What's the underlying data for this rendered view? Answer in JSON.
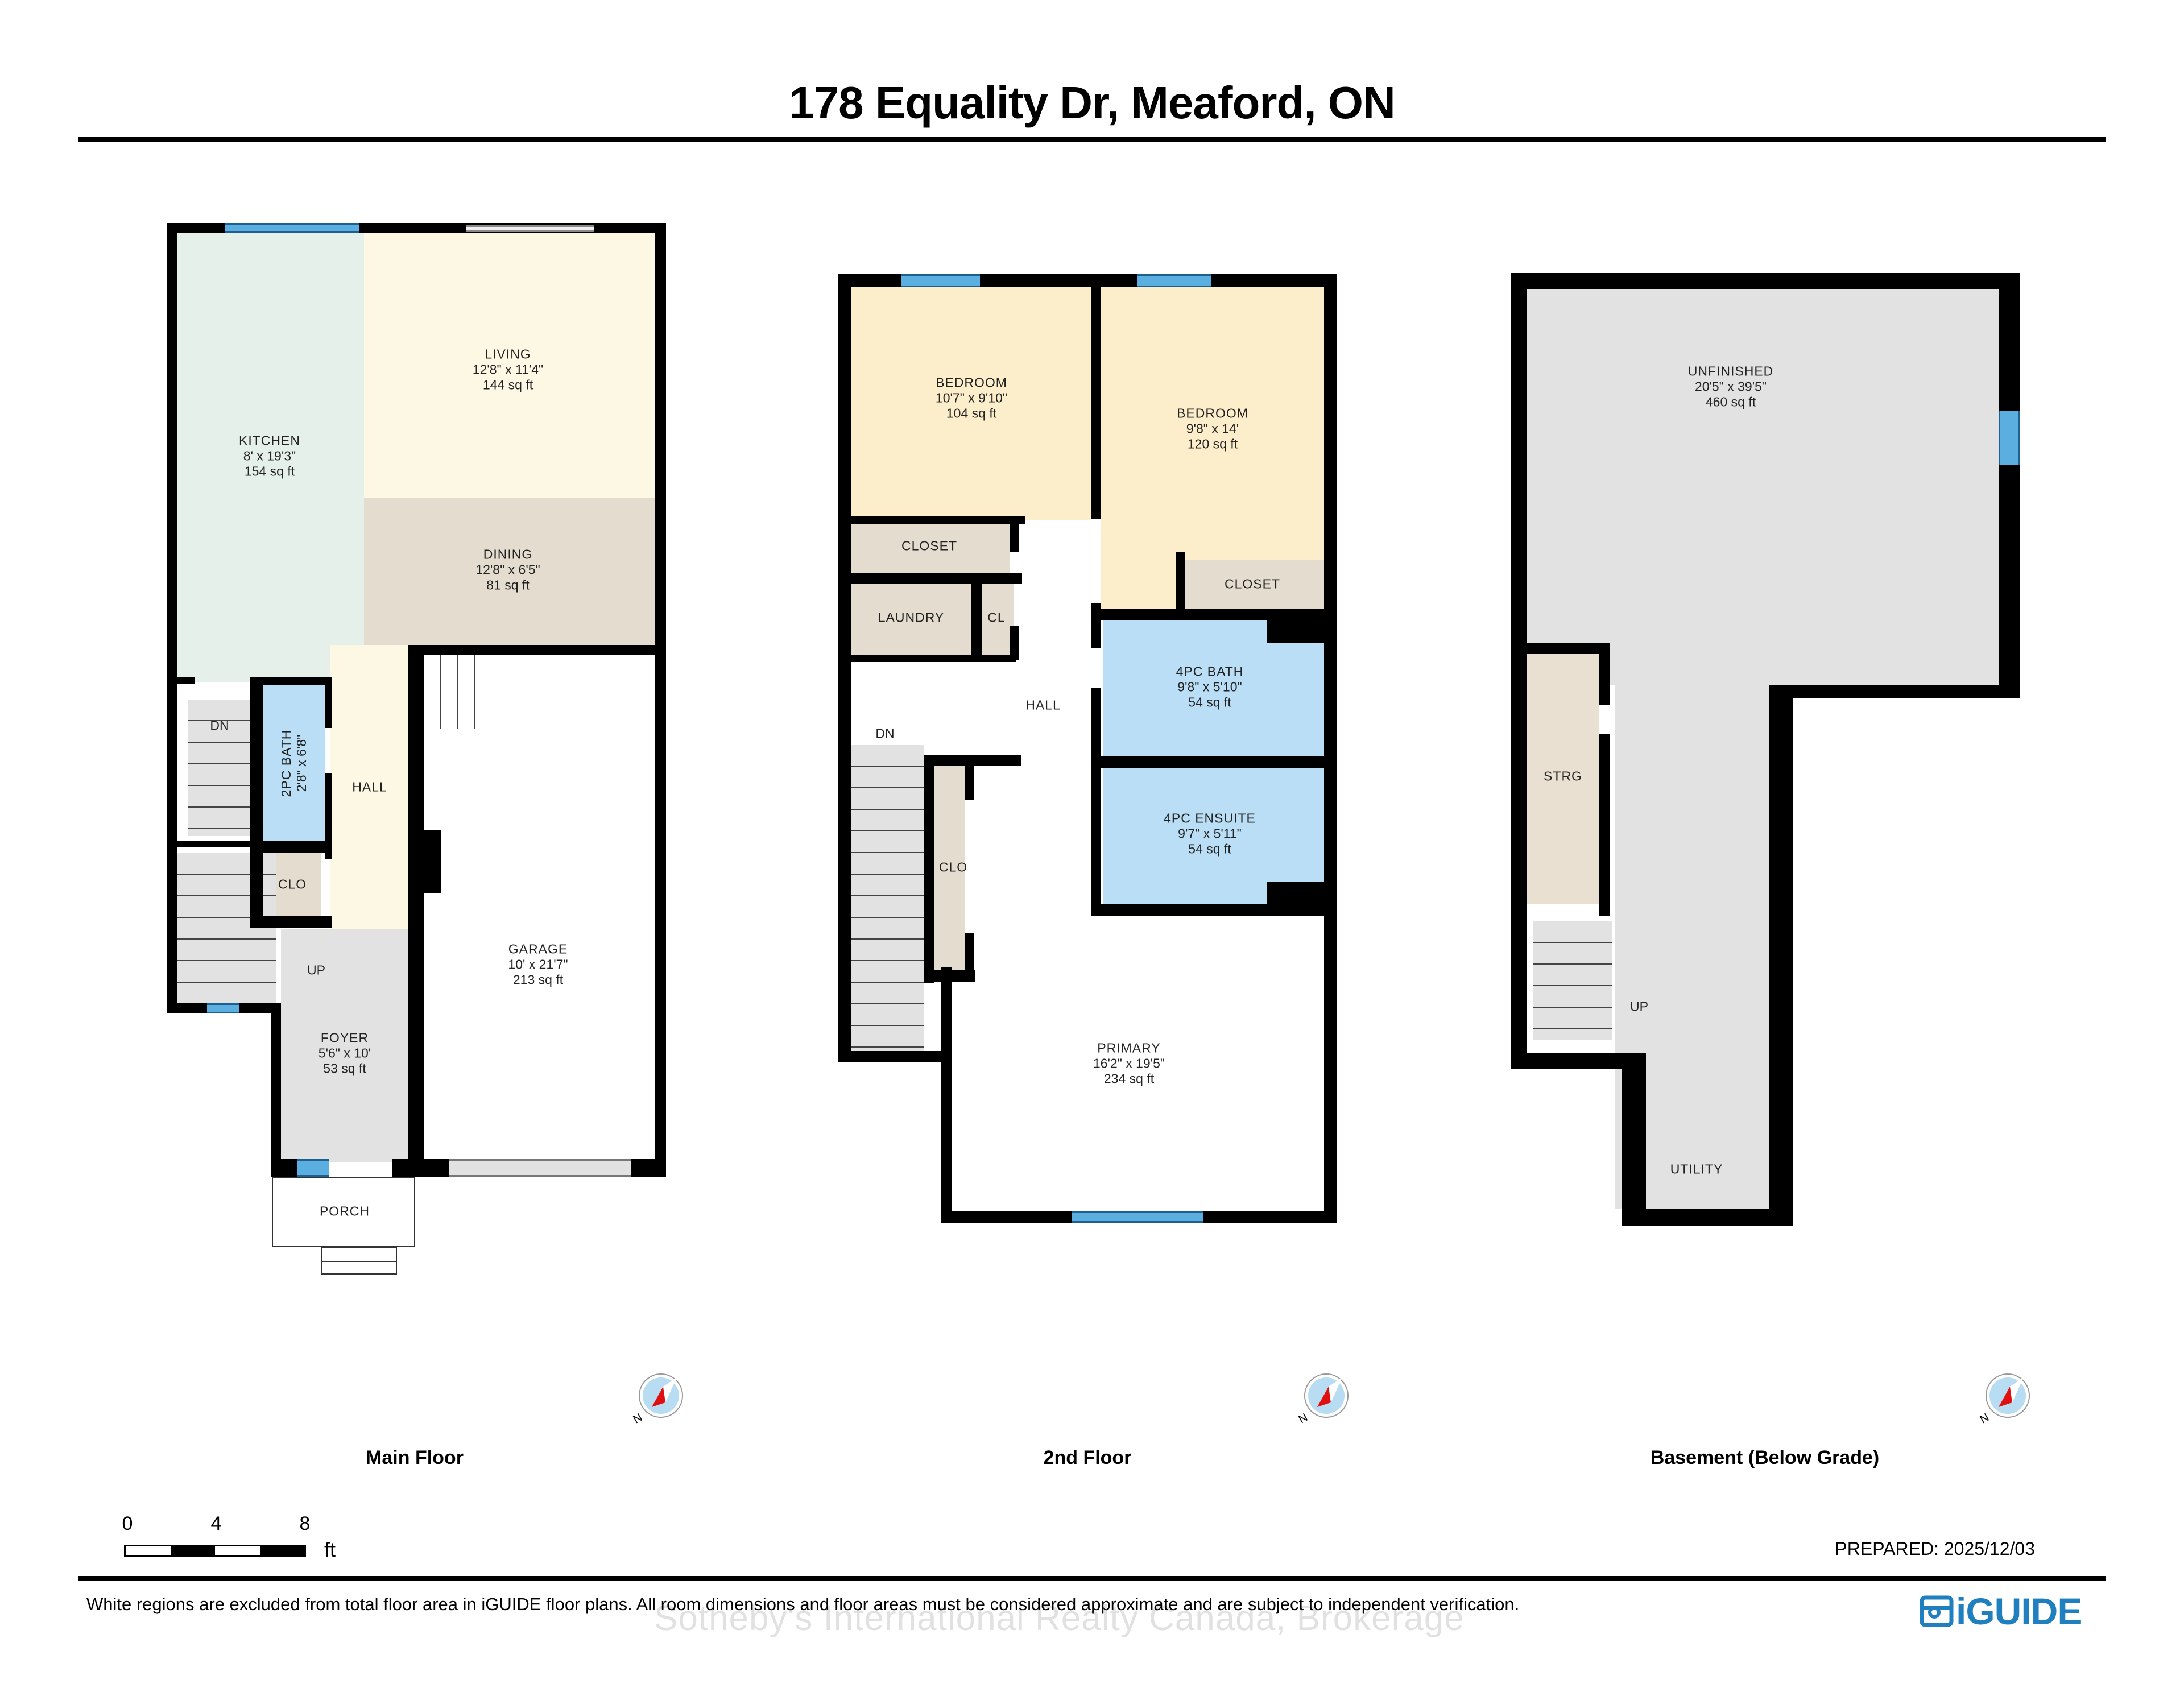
{
  "header": {
    "title": "178 Equality Dr, Meaford, ON"
  },
  "floors": [
    {
      "label": "Main Floor",
      "rooms": [
        {
          "name": "LIVING",
          "dims": "12'8\" x 11'4\"",
          "area": "144 sq ft",
          "color": "#fdf8e4"
        },
        {
          "name": "KITCHEN",
          "dims": "8' x 19'3\"",
          "area": "154 sq ft",
          "color": "#e5f0ea"
        },
        {
          "name": "DINING",
          "dims": "12'8\" x 6'5\"",
          "area": "81 sq ft",
          "color": "#e3dccf"
        },
        {
          "name": "2PC BATH",
          "dims": "2'8\" x 6'8\"",
          "area": "",
          "color": "#b9def5"
        },
        {
          "name": "HALL",
          "dims": "",
          "area": "",
          "color": "#fdf8e4"
        },
        {
          "name": "CLO",
          "dims": "",
          "area": "",
          "color": "#e3dccf"
        },
        {
          "name": "GARAGE",
          "dims": "10' x 21'7\"",
          "area": "213 sq ft",
          "color": "#ffffff"
        },
        {
          "name": "FOYER",
          "dims": "5'6\" x 10'",
          "area": "53 sq ft",
          "color": "#e2e2e2"
        },
        {
          "name": "PORCH",
          "dims": "",
          "area": "",
          "color": "#ffffff"
        }
      ],
      "stair_labels": {
        "down": "DN",
        "up": "UP"
      }
    },
    {
      "label": "2nd Floor",
      "rooms": [
        {
          "name": "BEDROOM",
          "dims": "10'7\" x 9'10\"",
          "area": "104 sq ft",
          "color": "#fdeecb"
        },
        {
          "name": "BEDROOM",
          "dims": "9'8\" x 14'",
          "area": "120 sq ft",
          "color": "#fdeecb"
        },
        {
          "name": "CLOSET",
          "dims": "",
          "area": "",
          "color": "#e3dccf"
        },
        {
          "name": "CLOSET",
          "dims": "",
          "area": "",
          "color": "#e3dccf"
        },
        {
          "name": "LAUNDRY",
          "dims": "",
          "area": "",
          "color": "#e3dccf"
        },
        {
          "name": "CL",
          "dims": "",
          "area": "",
          "color": "#e3dccf"
        },
        {
          "name": "HALL",
          "dims": "",
          "area": "",
          "color": "#fdf8e4"
        },
        {
          "name": "4PC BATH",
          "dims": "9'8\" x 5'10\"",
          "area": "54 sq ft",
          "color": "#b9def5"
        },
        {
          "name": "4PC ENSUITE",
          "dims": "9'7\" x 5'11\"",
          "area": "54 sq ft",
          "color": "#b9def5"
        },
        {
          "name": "CLO",
          "dims": "",
          "area": "",
          "color": "#e3dccf"
        },
        {
          "name": "PRIMARY",
          "dims": "16'2\" x 19'5\"",
          "area": "234 sq ft",
          "color": "#fdeecb"
        }
      ],
      "stair_labels": {
        "down": "DN"
      }
    },
    {
      "label": "Basement (Below Grade)",
      "rooms": [
        {
          "name": "UNFINISHED",
          "dims": "20'5\" x 39'5\"",
          "area": "460 sq ft",
          "color": "#e2e2e2"
        },
        {
          "name": "STRG",
          "dims": "",
          "area": "",
          "color": "#e9e0d1"
        },
        {
          "name": "UTILITY",
          "dims": "",
          "area": "",
          "color": "#e2e2e2"
        }
      ],
      "stair_labels": {
        "up": "UP"
      }
    }
  ],
  "compass": {
    "north_label": "N",
    "icon": "compass-icon"
  },
  "scale_bar": {
    "ticks": [
      "0",
      "4",
      "8"
    ],
    "unit": "ft"
  },
  "prepared": "PREPARED: 2025/12/03",
  "footer": {
    "disclaimer": "White regions are excluded from total floor area in iGUIDE floor plans. All room dimensions and floor areas must be considered approximate and are subject to independent verification.",
    "watermark": "Sotheby's International Realty Canada, Brokerage",
    "logo_text": "iGUIDE"
  },
  "colors": {
    "wall": "#000000",
    "window": "#5aaee0",
    "logo": "#1f7fbf",
    "compass_red": "#e01010",
    "compass_blue": "#b8dcf2"
  }
}
